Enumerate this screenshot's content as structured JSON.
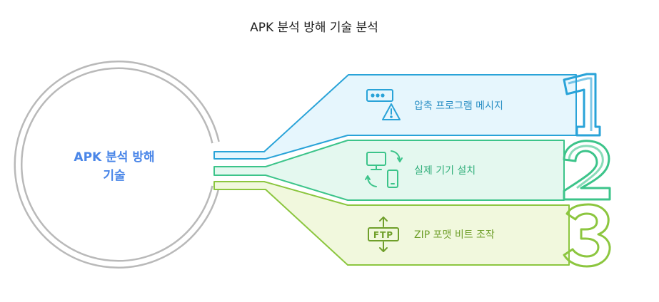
{
  "title": "APK 분석 방해 기술 분석",
  "center": {
    "line1": "APK 분석 방해",
    "line2": "기술"
  },
  "items": [
    {
      "number": "1",
      "label": "압축 프로그램 메시지",
      "icon": "warning-server-icon",
      "color": "#29a3d8",
      "fill": "#e6f6fd",
      "text_color": "#2a8fc4"
    },
    {
      "number": "2",
      "label": "실제 기기 설치",
      "icon": "device-sync-icon",
      "color": "#3cc48a",
      "fill": "#e4f8ef",
      "text_color": "#2fae7a"
    },
    {
      "number": "3",
      "label": "ZIP 포맷 비트 조작",
      "icon": "ftp-transfer-icon",
      "color": "#8cc63f",
      "fill": "#f1f8dd",
      "text_color": "#6f9f2a"
    }
  ],
  "icon_labels": {
    "ftp": "FTP"
  },
  "colors": {
    "circle": "#b9b9b9",
    "center_text": "#4a86e8"
  }
}
